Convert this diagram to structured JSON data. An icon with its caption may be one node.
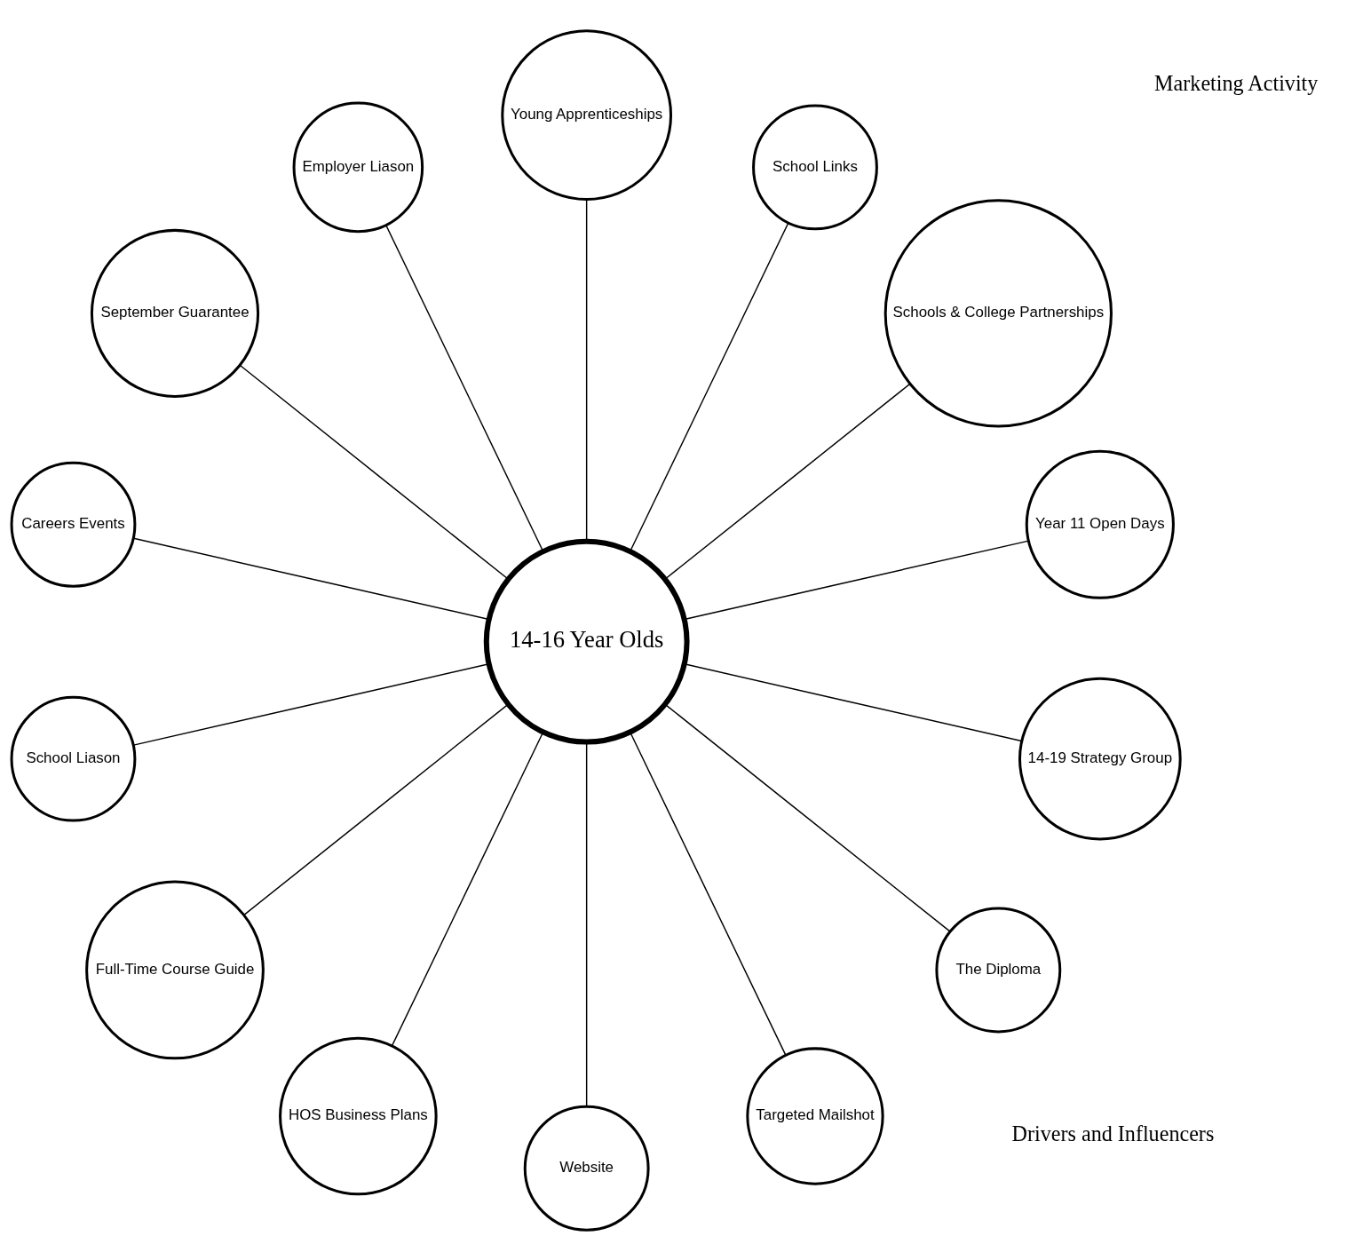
{
  "diagram": {
    "nodes": [
      {
        "text": [
          "Year 11 Open Days"
        ]
      },
      {
        "text": [
          "Schools & College Partnerships"
        ]
      },
      {
        "text": [
          "School Links"
        ]
      },
      {
        "text": [
          "Young Apprenticeships"
        ]
      },
      {
        "text": [
          "Employer Liason"
        ]
      },
      {
        "text": [
          "September Guarantee"
        ]
      },
      {
        "text": [
          "Careers Events"
        ]
      },
      {
        "text": [
          "14-16 Year Olds"
        ]
      },
      {
        "text": [
          "School Liason"
        ]
      },
      {
        "text": [
          "Full-Time Course Guide"
        ]
      },
      {
        "text": [
          "HOS Business Plans"
        ]
      },
      {
        "text": [
          "Website"
        ]
      },
      {
        "text": [
          "Targeted Mailshot"
        ]
      },
      {
        "text": [
          "The Diploma"
        ]
      },
      {
        "text": [
          "14-19 Strategy Group"
        ]
      }
    ],
    "edges": [
      {
        "from": 7,
        "to": 0,
        "arrow": "none"
      },
      {
        "from": 7,
        "to": 1,
        "arrow": "none"
      },
      {
        "from": 7,
        "to": 2,
        "arrow": "none"
      },
      {
        "from": 7,
        "to": 3,
        "arrow": "none"
      },
      {
        "from": 7,
        "to": 5,
        "arrow": "none"
      },
      {
        "from": 7,
        "to": 8,
        "arrow": "none"
      },
      {
        "from": 7,
        "to": 10,
        "arrow": "none"
      },
      {
        "from": 7,
        "to": 14,
        "arrow": "none"
      },
      {
        "from": 7,
        "to": 13,
        "arrow": "none"
      },
      {
        "from": 7,
        "to": 11,
        "arrow": "none"
      },
      {
        "from": 7,
        "to": 12,
        "arrow": "none"
      },
      {
        "from": 7,
        "to": 9,
        "arrow": "none"
      },
      {
        "from": 7,
        "to": 6,
        "arrow": "none"
      },
      {
        "from": 7,
        "to": 4,
        "arrow": "none"
      }
    ],
    "labels": [
      "Marketing Activity",
      "Drivers and Influencers"
    ]
  }
}
